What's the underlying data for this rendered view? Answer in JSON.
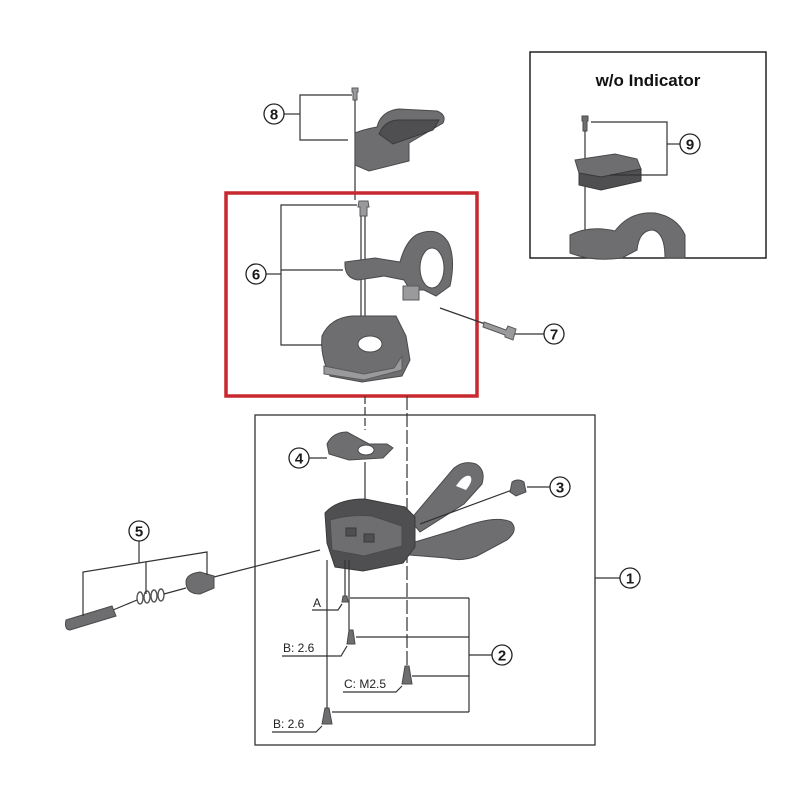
{
  "diagram": {
    "type": "exploded-parts-diagram",
    "highlight_color": "#c8282f",
    "inset": {
      "title": "w/o Indicator",
      "callout": "9"
    },
    "callouts": [
      {
        "id": "1",
        "label": "1"
      },
      {
        "id": "2",
        "label": "2"
      },
      {
        "id": "3",
        "label": "3"
      },
      {
        "id": "4",
        "label": "4"
      },
      {
        "id": "5",
        "label": "5"
      },
      {
        "id": "6",
        "label": "6"
      },
      {
        "id": "7",
        "label": "7"
      },
      {
        "id": "8",
        "label": "8"
      },
      {
        "id": "9",
        "label": "9"
      }
    ],
    "screw_specs": [
      {
        "label": "A"
      },
      {
        "label": "B: 2.6"
      },
      {
        "label": "C: M2.5"
      },
      {
        "label": "B: 2.6"
      }
    ]
  }
}
